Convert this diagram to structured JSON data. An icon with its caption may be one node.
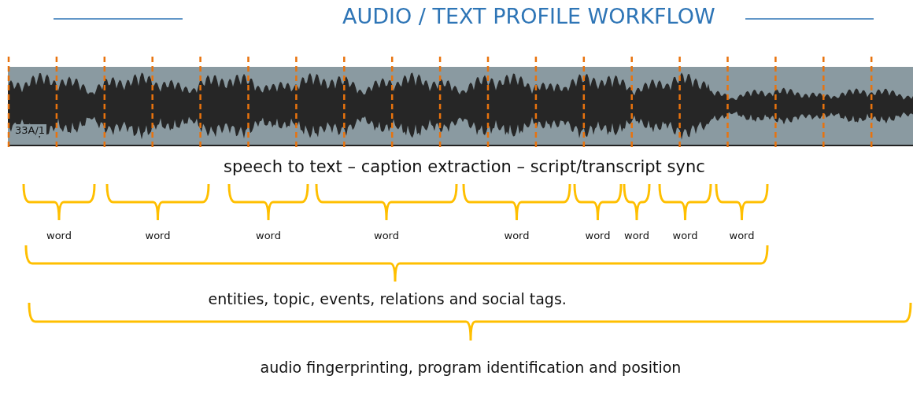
{
  "diagram": {
    "title": "AUDIO / TEXT PROFILE WORKFLOW",
    "labels": [
      "33A/1",
      "speech to text – caption extraction – script/transcript sync",
      "word",
      "word",
      "word",
      "word",
      "word",
      "word",
      "word",
      "word",
      "word",
      "entities, topic, events, relations and social tags.",
      "audio fingerprinting, program identification and position"
    ]
  }
}
